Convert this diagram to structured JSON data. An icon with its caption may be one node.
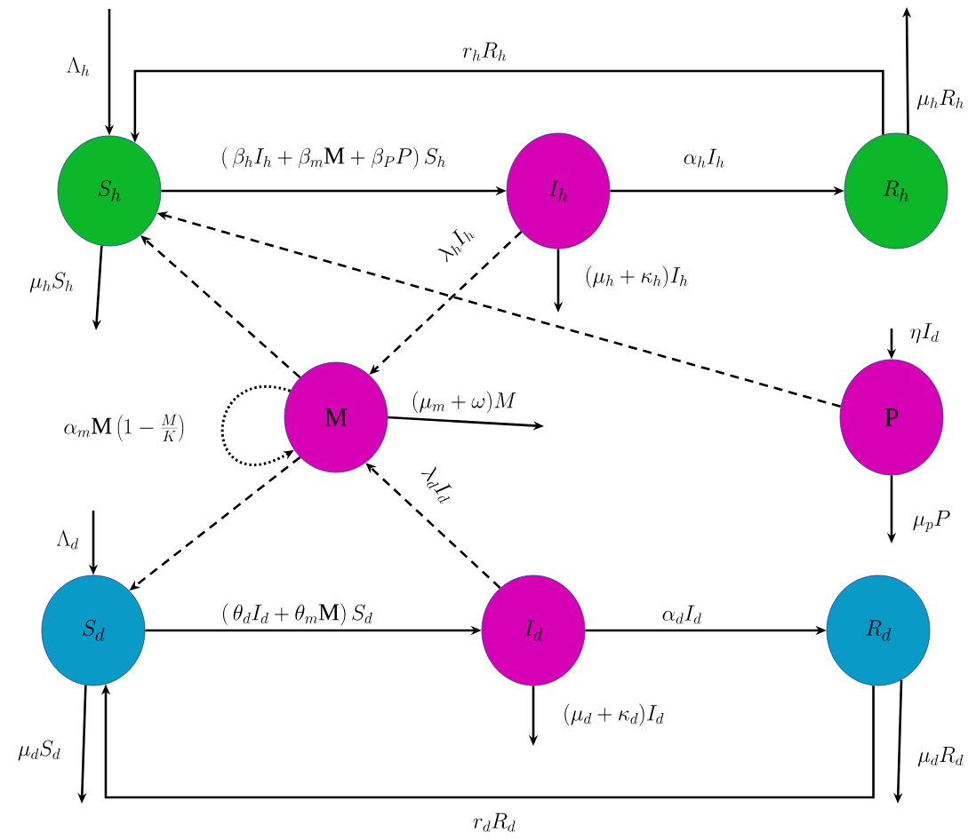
{
  "diagram": {
    "nodes": [
      {
        "text": [
          "S_h"
        ]
      },
      {
        "text": [
          "I_h"
        ]
      },
      {
        "text": [
          "R_h"
        ]
      },
      {
        "text": [
          "\\mathrm{M}"
        ]
      },
      {
        "text": [
          "\\mathrm{P}"
        ]
      },
      {
        "text": [
          "S_d"
        ]
      },
      {
        "text": [
          "I_d"
        ]
      },
      {
        "text": [
          "R_d"
        ]
      }
    ],
    "edges": [
      {
        "from": null,
        "to": 0,
        "arrow": "to",
        "label": "\\Lambda_h"
      },
      {
        "from": 2,
        "to": 0,
        "arrow": "to",
        "label": "r_h R_h"
      },
      {
        "from": 0,
        "to": null,
        "arrow": "to",
        "label": "\\mu_h S_h"
      },
      {
        "from": 0,
        "to": 1,
        "arrow": "to",
        "label": "(\\,\\beta_h I_h + \\beta_m \\mathrm{M} + \\beta_P P)\\, S_h"
      },
      {
        "from": 1,
        "to": 2,
        "arrow": "to",
        "label": "\\alpha_h I_h"
      },
      {
        "from": 2,
        "to": null,
        "arrow": "to",
        "label": "\\mu_h R_h"
      },
      {
        "from": 1,
        "to": null,
        "arrow": "to",
        "label": "(\\mu_h + \\kappa_h) I_h"
      },
      {
        "from": 1,
        "to": 3,
        "arrow": "to",
        "style": "dashed",
        "label": "\\lambda_h I_h"
      },
      {
        "from": 3,
        "to": 0,
        "arrow": "to",
        "style": "dashed"
      },
      {
        "from": 4,
        "to": 0,
        "arrow": "to",
        "style": "dashed"
      },
      {
        "from": null,
        "to": 4,
        "arrow": "to",
        "label": "\\eta I_d"
      },
      {
        "from": 4,
        "to": null,
        "arrow": "to",
        "label": "\\mu_p P"
      },
      {
        "from": 3,
        "to": null,
        "arrow": "to",
        "label": "(\\mu_m + \\omega) M"
      },
      {
        "from": 3,
        "to": 3,
        "arrow": "to",
        "style": "dashed",
        "label": "\\alpha_m \\mathrm{M}\\left(1 - \\frac{M}{K}\\right)"
      },
      {
        "from": 3,
        "to": 5,
        "arrow": "to",
        "style": "dashed"
      },
      {
        "from": 6,
        "to": 3,
        "arrow": "to",
        "style": "dashed",
        "label": "\\lambda_d I_d"
      },
      {
        "from": null,
        "to": 5,
        "arrow": "to",
        "label": "\\Lambda_d"
      },
      {
        "from": 5,
        "to": null,
        "arrow": "to",
        "label": "\\mu_d S_d"
      },
      {
        "from": 5,
        "to": 6,
        "arrow": "to",
        "label": "(\\,\\theta_d I_d + \\theta_m \\mathrm{M})\\, S_d"
      },
      {
        "from": 6,
        "to": 7,
        "arrow": "to",
        "label": "\\alpha_d I_d"
      },
      {
        "from": 6,
        "to": null,
        "arrow": "to",
        "label": "(\\mu_d + \\kappa_d) I_d"
      },
      {
        "from": 7,
        "to": 5,
        "arrow": "to",
        "label": "r_d R_d"
      },
      {
        "from": 7,
        "to": null,
        "arrow": "to",
        "label": "\\mu_d R_d"
      }
    ]
  }
}
